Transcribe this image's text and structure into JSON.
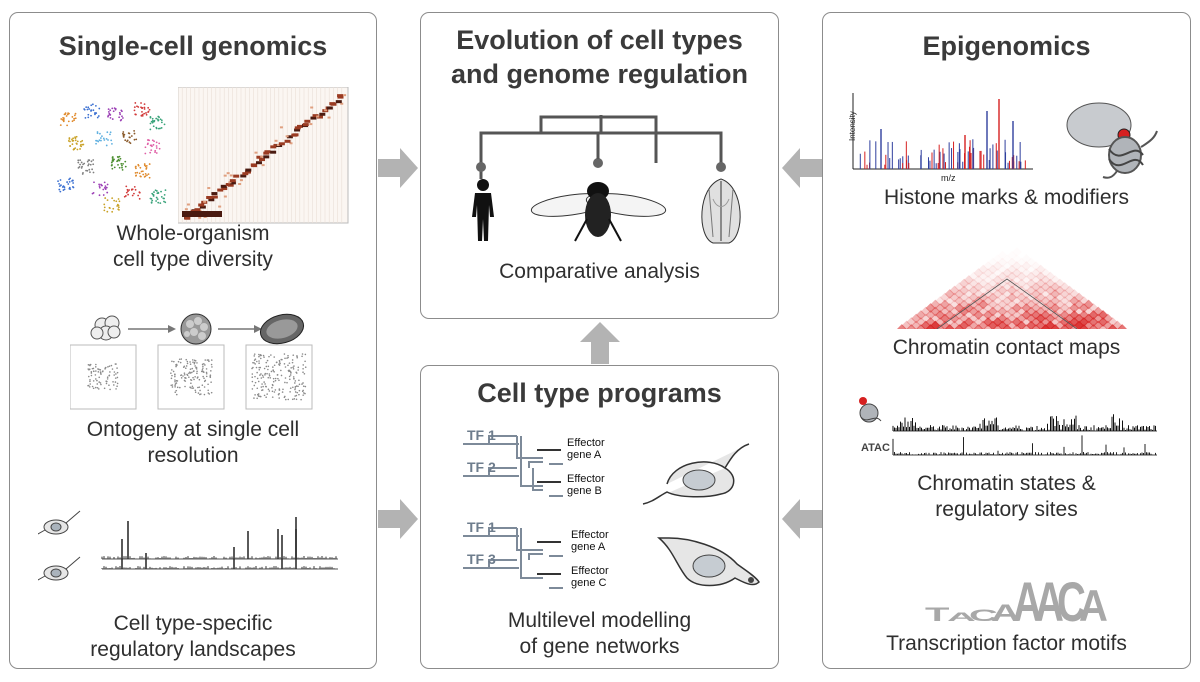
{
  "left_panel": {
    "title": "Single-cell genomics",
    "caption_1_line1": "Whole-organism",
    "caption_1_line2": "cell type diversity",
    "caption_2_line1": "Ontogeny at single cell",
    "caption_2_line2": "resolution",
    "caption_3_line1": "Cell type-specific",
    "caption_3_line2": "regulatory landscapes"
  },
  "center_top_panel": {
    "title_line1": "Evolution of cell types",
    "title_line2": "and genome regulation",
    "caption": "Comparative analysis"
  },
  "center_bottom_panel": {
    "title": "Cell type programs",
    "grn_1": {
      "tf_a": "TF 1",
      "tf_b": "TF 2",
      "effector_a_line1": "Effector",
      "effector_a_line2": "gene A",
      "effector_b_line1": "Effector",
      "effector_b_line2": "gene B"
    },
    "grn_2": {
      "tf_a": "TF 1",
      "tf_b": "TF 3",
      "effector_a_line1": "Effector",
      "effector_a_line2": "gene A",
      "effector_b_line1": "Effector",
      "effector_b_line2": "gene C"
    },
    "caption_line1": "Multilevel modelling",
    "caption_line2": "of gene networks"
  },
  "right_panel": {
    "title": "Epigenomics",
    "spectrum_ylabel": "Intensity",
    "spectrum_xlabel": "m/z",
    "caption_1": "Histone marks & modifiers",
    "caption_2": "Chromatin contact maps",
    "atac_label": "ATAC",
    "caption_3_line1": "Chromatin states &",
    "caption_3_line2": "regulatory sites",
    "motif_letters": "TACAAACA",
    "caption_4": "Transcription factor motifs"
  },
  "colors": {
    "panel_border": "#8c8c8c",
    "arrow": "#b3b3b3",
    "accent_red": "#d62020",
    "heatmap_dark": "#4a1a10"
  }
}
